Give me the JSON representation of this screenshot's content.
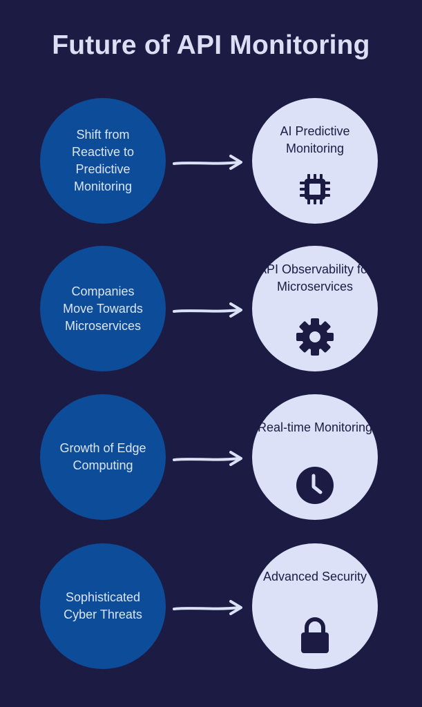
{
  "title": "Future of API Monitoring",
  "rows": [
    {
      "trend": "Shift from Reactive to Predictive Monitoring",
      "outcome": "AI Predictive Monitoring",
      "icon": "chip-icon"
    },
    {
      "trend": "Companies Move Towards Microservices",
      "outcome": "API Observability for Microservices",
      "icon": "gear-icon"
    },
    {
      "trend": "Growth of Edge Computing",
      "outcome": "Real-time Monitoring",
      "icon": "clock-icon"
    },
    {
      "trend": "Sophisticated Cyber Threats",
      "outcome": "Advanced Security",
      "icon": "lock-icon"
    }
  ],
  "colors": {
    "background": "#1c1b43",
    "trend_circle": "#0d4c98",
    "outcome_circle": "#dde1f7",
    "title_text": "#dcdff3",
    "arrow": "#dde1f7"
  }
}
